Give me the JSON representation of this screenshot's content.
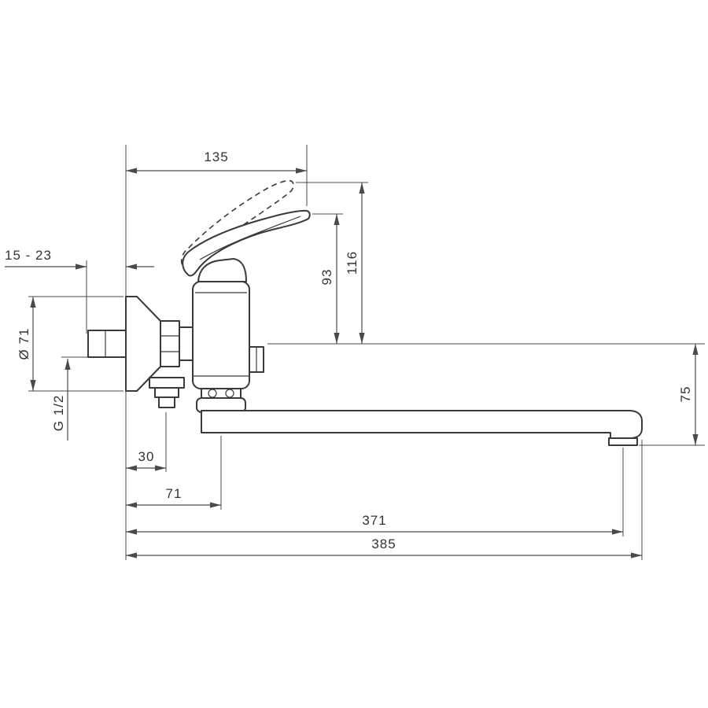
{
  "canvas": {
    "background": "#ffffff",
    "line_color": "#3a3a3a",
    "dimension_color": "#4a4a4a"
  },
  "drawing": {
    "subject": "wall-mounted-single-lever-bath-mixer-dimension-drawing",
    "labels": {
      "top_width": "135",
      "wall_depth": "15 - 23",
      "flange_diameter": "Ø 71",
      "connection_thread": "G 1/2",
      "handle_height": "93",
      "handle_height_open": "116",
      "outlet_drop": "75",
      "lower_offset": "30",
      "spout_axis_offset": "71",
      "aerator_reach": "371",
      "overall_reach": "385"
    }
  }
}
